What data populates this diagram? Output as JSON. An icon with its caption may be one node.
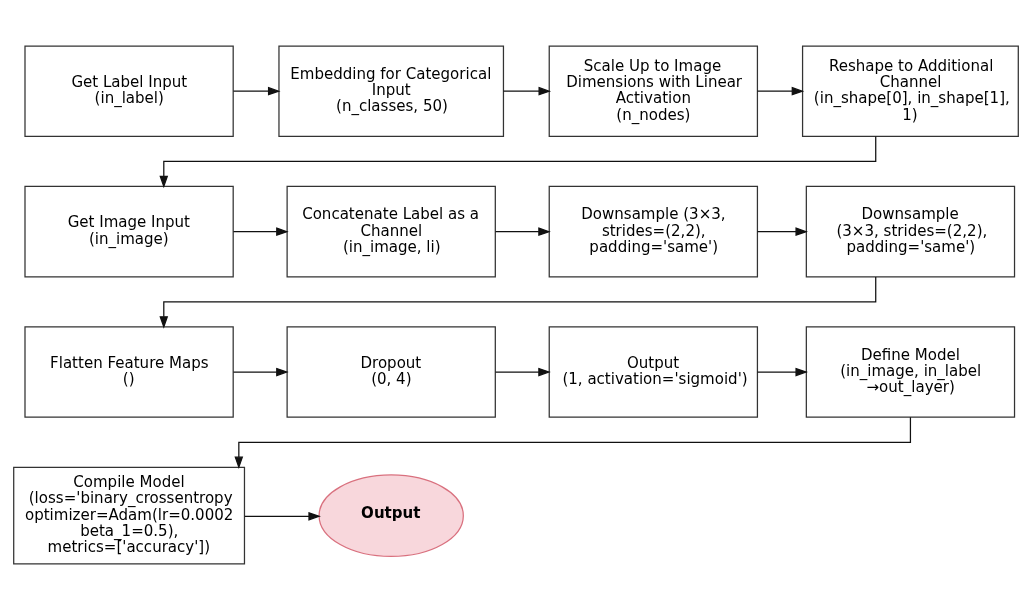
{
  "diagram": {
    "nodes": [
      {
        "text": [
          "Get Label Input",
          "(in_label)"
        ]
      },
      {
        "text": [
          "Embedding for Categorical Input",
          "(n_classes, 50)"
        ]
      },
      {
        "text": [
          "Scale Up to Image Dimensions with Linear Activation",
          "(n_nodes)"
        ]
      },
      {
        "text": [
          "Reshape to Additional Channel",
          "(in_shape[0], in_shape[1], 1)"
        ]
      },
      {
        "text": [
          "Get Image Input",
          "(in_image)"
        ]
      },
      {
        "text": [
          "Concatenate Label as a Channel",
          "(in_image, li)"
        ]
      },
      {
        "text": [
          "Downsample (3×3, strides=(2,2), padding='same')"
        ]
      },
      {
        "text": [
          "Downsample",
          "(3×3, strides=(2,2), padding='same')"
        ]
      },
      {
        "text": [
          "Flatten Feature Maps",
          "()"
        ]
      },
      {
        "text": [
          "Dropout",
          "(0, 4)"
        ]
      },
      {
        "text": [
          "Output",
          "(1, activation='sigmoid')"
        ]
      },
      {
        "text": [
          "Define Model",
          "(in_image, in_label →out_layer)"
        ]
      },
      {
        "text": [
          "Compile Model",
          "(loss='binary_crossentropy optimizer=Adam(lr=0.0002 beta_1=0.5), metrics=['accuracy'])"
        ]
      },
      {
        "text": [
          "Output"
        ]
      }
    ],
    "edges": [
      {
        "from": 0,
        "to": 1,
        "arrow": "to"
      },
      {
        "from": 1,
        "to": 2,
        "arrow": "to"
      },
      {
        "from": 2,
        "to": 3,
        "arrow": "to"
      },
      {
        "from": 3,
        "to": 4,
        "arrow": "to"
      },
      {
        "from": 4,
        "to": 5,
        "arrow": "to"
      },
      {
        "from": 5,
        "to": 6,
        "arrow": "to"
      },
      {
        "from": 6,
        "to": 7,
        "arrow": "to"
      },
      {
        "from": 7,
        "to": 8,
        "arrow": "to"
      },
      {
        "from": 8,
        "to": 9,
        "arrow": "to"
      },
      {
        "from": 9,
        "to": 10,
        "arrow": "to"
      },
      {
        "from": 10,
        "to": 11,
        "arrow": "to"
      },
      {
        "from": 11,
        "to": 12,
        "arrow": "to"
      },
      {
        "from": 12,
        "to": 13,
        "arrow": "to"
      }
    ]
  }
}
